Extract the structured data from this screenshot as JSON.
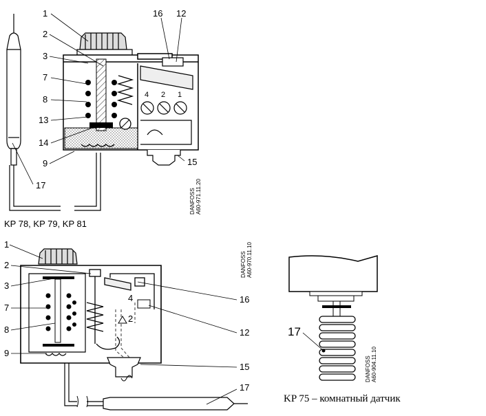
{
  "diagram1": {
    "callouts": [
      "1",
      "2",
      "3",
      "7",
      "8",
      "13",
      "14",
      "9",
      "17",
      "16",
      "12",
      "15"
    ],
    "terminals": [
      "4",
      "2",
      "1"
    ],
    "stamp": [
      "DANFOSS",
      "A60-971.11.20"
    ],
    "caption": "KP 78, KP 79, KP 81"
  },
  "diagram2": {
    "callouts": [
      "1",
      "2",
      "3",
      "7",
      "8",
      "9",
      "16",
      "4",
      "2",
      "12",
      "15",
      "17"
    ],
    "stamp": [
      "DANFOSS",
      "A60-970.11.10"
    ]
  },
  "diagram3": {
    "callout": "17",
    "stamp": [
      "DANFOSS",
      "A60-904.11.10"
    ],
    "caption": "KP 75 – комнатный датчик"
  }
}
